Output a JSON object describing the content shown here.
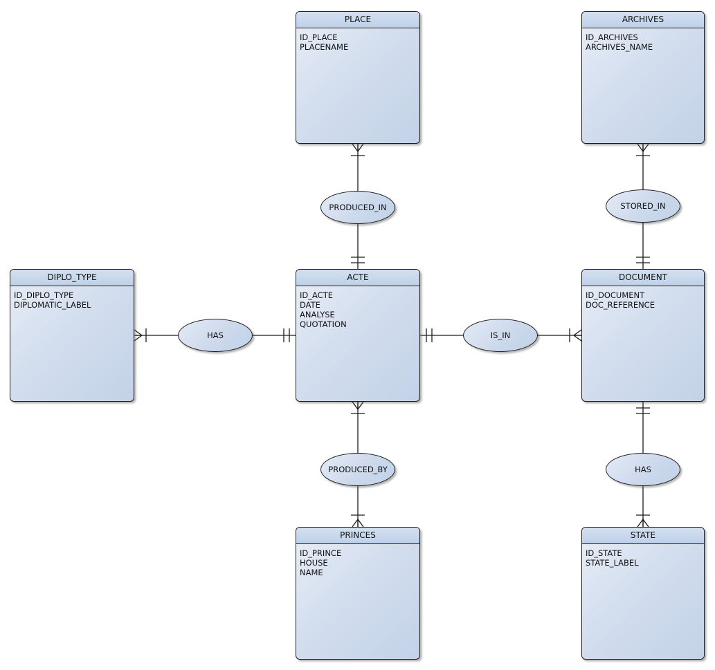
{
  "palette": {
    "background": "#ffffff",
    "shape_border": "#1c1c1c",
    "connector_line": "#1a1a1a",
    "entity_header_fill_top": "#d4e0f0",
    "entity_header_fill_bottom": "#bed1e9",
    "entity_body_fill_light": "#e8eef7",
    "entity_body_fill_dark": "#c3d2e8",
    "text_color": "#111111"
  },
  "entities": [
    {
      "name": "PLACE",
      "attributes": [
        "ID_PLACE",
        "PLACENAME"
      ]
    },
    {
      "name": "ARCHIVES",
      "attributes": [
        "ID_ARCHIVES",
        "ARCHIVES_NAME"
      ]
    },
    {
      "name": "DIPLO_TYPE",
      "attributes": [
        "ID_DIPLO_TYPE",
        "DIPLOMATIC_LABEL"
      ]
    },
    {
      "name": "ACTE",
      "attributes": [
        "ID_ACTE",
        "DATE",
        "ANALYSE",
        "QUOTATION"
      ]
    },
    {
      "name": "DOCUMENT",
      "attributes": [
        "ID_DOCUMENT",
        "DOC_REFERENCE"
      ]
    },
    {
      "name": "PRINCES",
      "attributes": [
        "ID_PRINCE",
        "HOUSE",
        "NAME"
      ]
    },
    {
      "name": "STATE",
      "attributes": [
        "ID_STATE",
        "STATE_LABEL"
      ]
    }
  ],
  "relationships": [
    {
      "label": "PRODUCED_IN",
      "between": [
        "PLACE",
        "ACTE"
      ],
      "ends": [
        {
          "entity": "PLACE",
          "marker": "crows-foot-with-tick"
        },
        {
          "entity": "ACTE",
          "marker": "double-tick"
        }
      ]
    },
    {
      "label": "STORED_IN",
      "between": [
        "ARCHIVES",
        "DOCUMENT"
      ],
      "ends": [
        {
          "entity": "ARCHIVES",
          "marker": "crows-foot-with-tick"
        },
        {
          "entity": "DOCUMENT",
          "marker": "double-tick"
        }
      ]
    },
    {
      "label": "HAS",
      "between": [
        "DIPLO_TYPE",
        "ACTE"
      ],
      "ends": [
        {
          "entity": "DIPLO_TYPE",
          "marker": "crows-foot-with-tick"
        },
        {
          "entity": "ACTE",
          "marker": "double-tick"
        }
      ]
    },
    {
      "label": "IS_IN",
      "between": [
        "ACTE",
        "DOCUMENT"
      ],
      "ends": [
        {
          "entity": "ACTE",
          "marker": "double-tick"
        },
        {
          "entity": "DOCUMENT",
          "marker": "crows-foot-with-tick"
        }
      ]
    },
    {
      "label": "PRODUCED_BY",
      "between": [
        "ACTE",
        "PRINCES"
      ],
      "ends": [
        {
          "entity": "ACTE",
          "marker": "crows-foot-with-tick"
        },
        {
          "entity": "PRINCES",
          "marker": "crows-foot-with-tick"
        }
      ]
    },
    {
      "label": "HAS",
      "between": [
        "DOCUMENT",
        "STATE"
      ],
      "ends": [
        {
          "entity": "DOCUMENT",
          "marker": "double-tick"
        },
        {
          "entity": "STATE",
          "marker": "crows-foot-with-tick"
        }
      ]
    }
  ]
}
